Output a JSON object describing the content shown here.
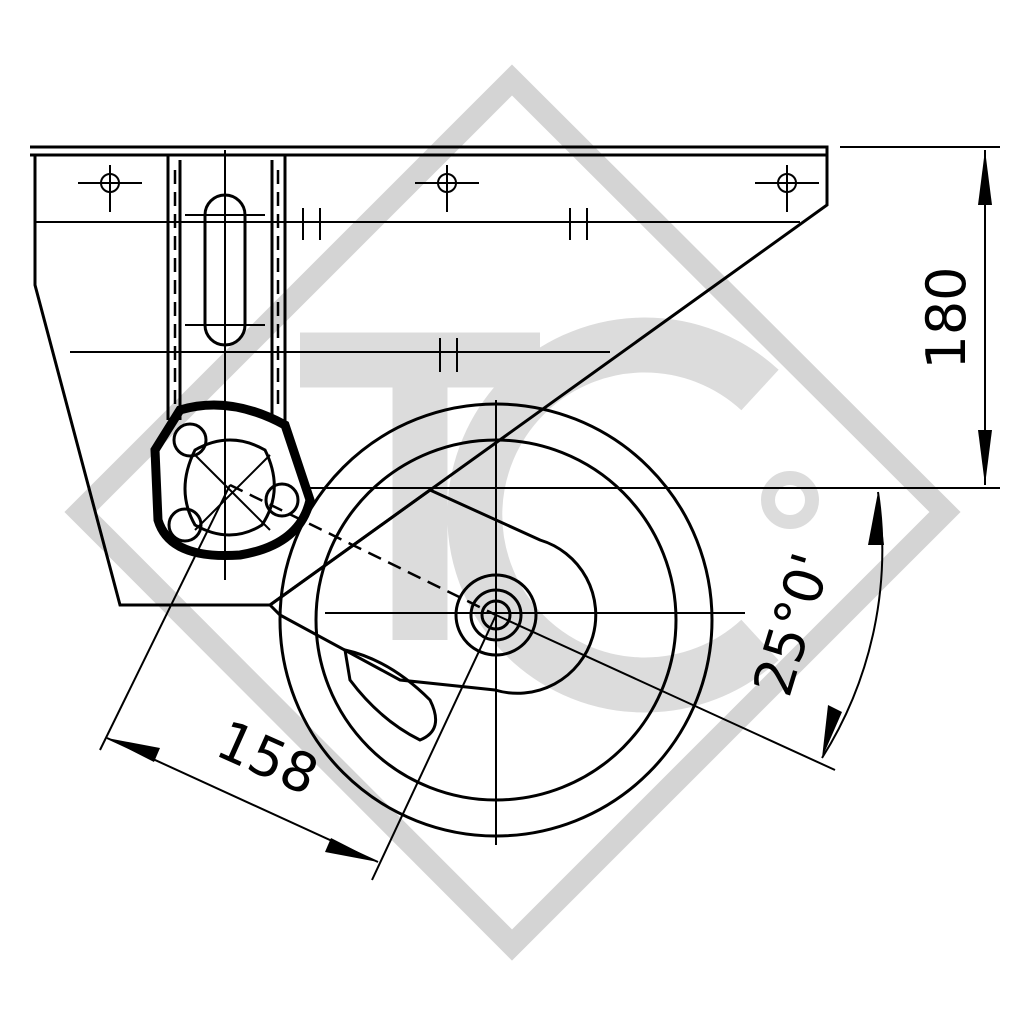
{
  "drawing": {
    "dimensions": {
      "height": "180",
      "offset": "158",
      "angle": "25°0'"
    },
    "watermark": "TC",
    "colors": {
      "line": "#000000",
      "watermark": "#d4d4d4"
    }
  }
}
